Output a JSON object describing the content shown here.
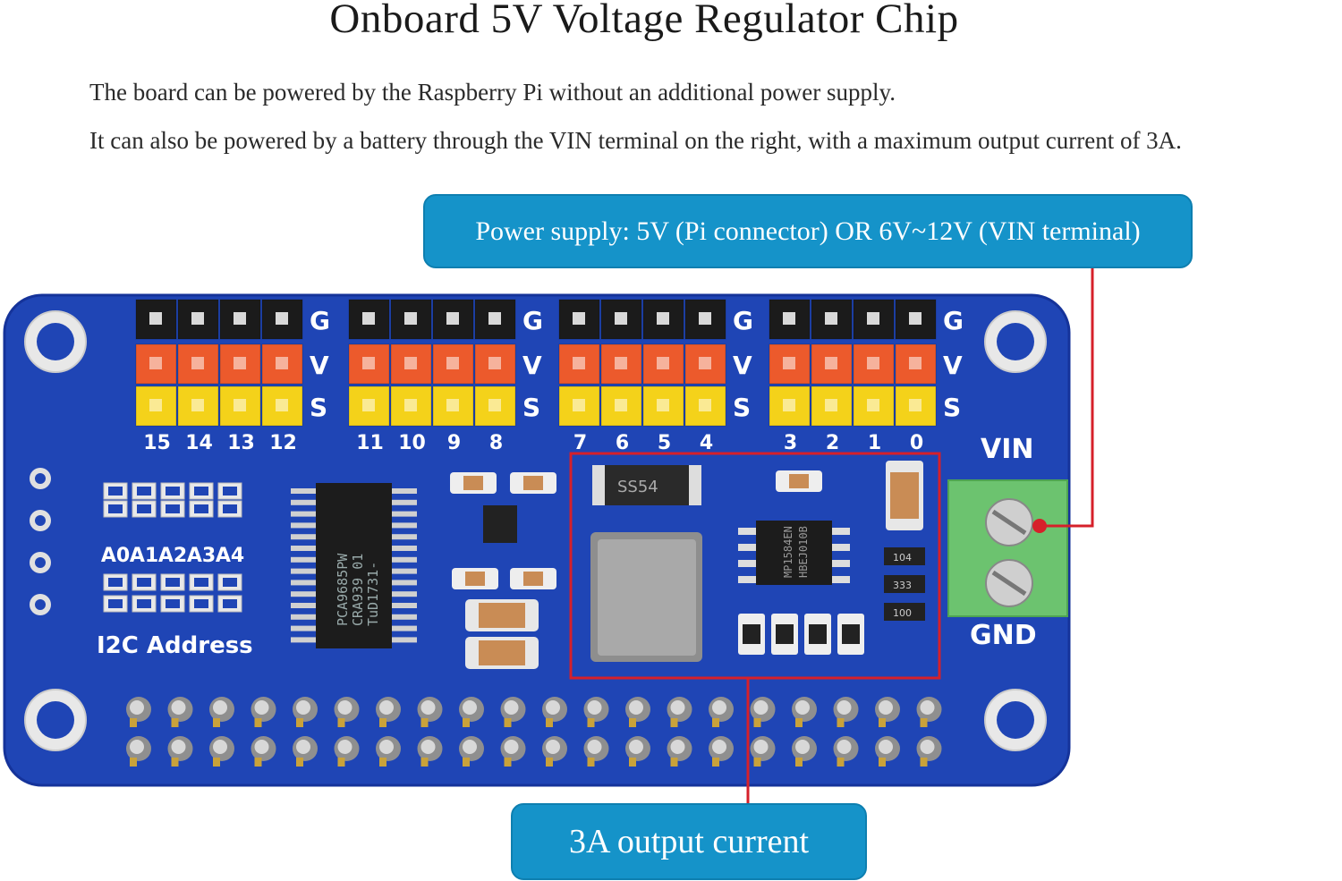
{
  "title": "Onboard 5V Voltage Regulator Chip",
  "description": [
    "The board can be powered by the Raspberry Pi without an additional power supply.",
    "It can also be powered by a battery through the VIN terminal on the right, with a maximum output current of 3A."
  ],
  "callouts": {
    "power_supply": "Power supply: 5V (Pi connector) OR 6V~12V (VIN terminal)",
    "output_current": "3A output current"
  },
  "board": {
    "channel_numbers": [
      "15",
      "14",
      "13",
      "12",
      "11",
      "10",
      "9",
      "8",
      "7",
      "6",
      "5",
      "4",
      "3",
      "2",
      "1",
      "0"
    ],
    "row_labels": [
      "G",
      "V",
      "S"
    ],
    "address_labels": [
      "A0",
      "A1",
      "A2",
      "A3",
      "A4"
    ],
    "i2c_label": "I2C Address",
    "vin_label": "VIN",
    "gnd_label": "GND",
    "pca_chip_text": [
      "PCA9685PW",
      "CRA939  01",
      "TuD1731-"
    ],
    "diode_text": "SS54",
    "regulator_text": [
      "MP1584EN",
      "HBEJ010B"
    ],
    "resistor_text": [
      "104",
      "333",
      "100"
    ],
    "colors": {
      "board": "#1f45b5",
      "callout": "#1593c9",
      "highlight": "#d6202a",
      "terminal": "#6cc36f"
    }
  }
}
